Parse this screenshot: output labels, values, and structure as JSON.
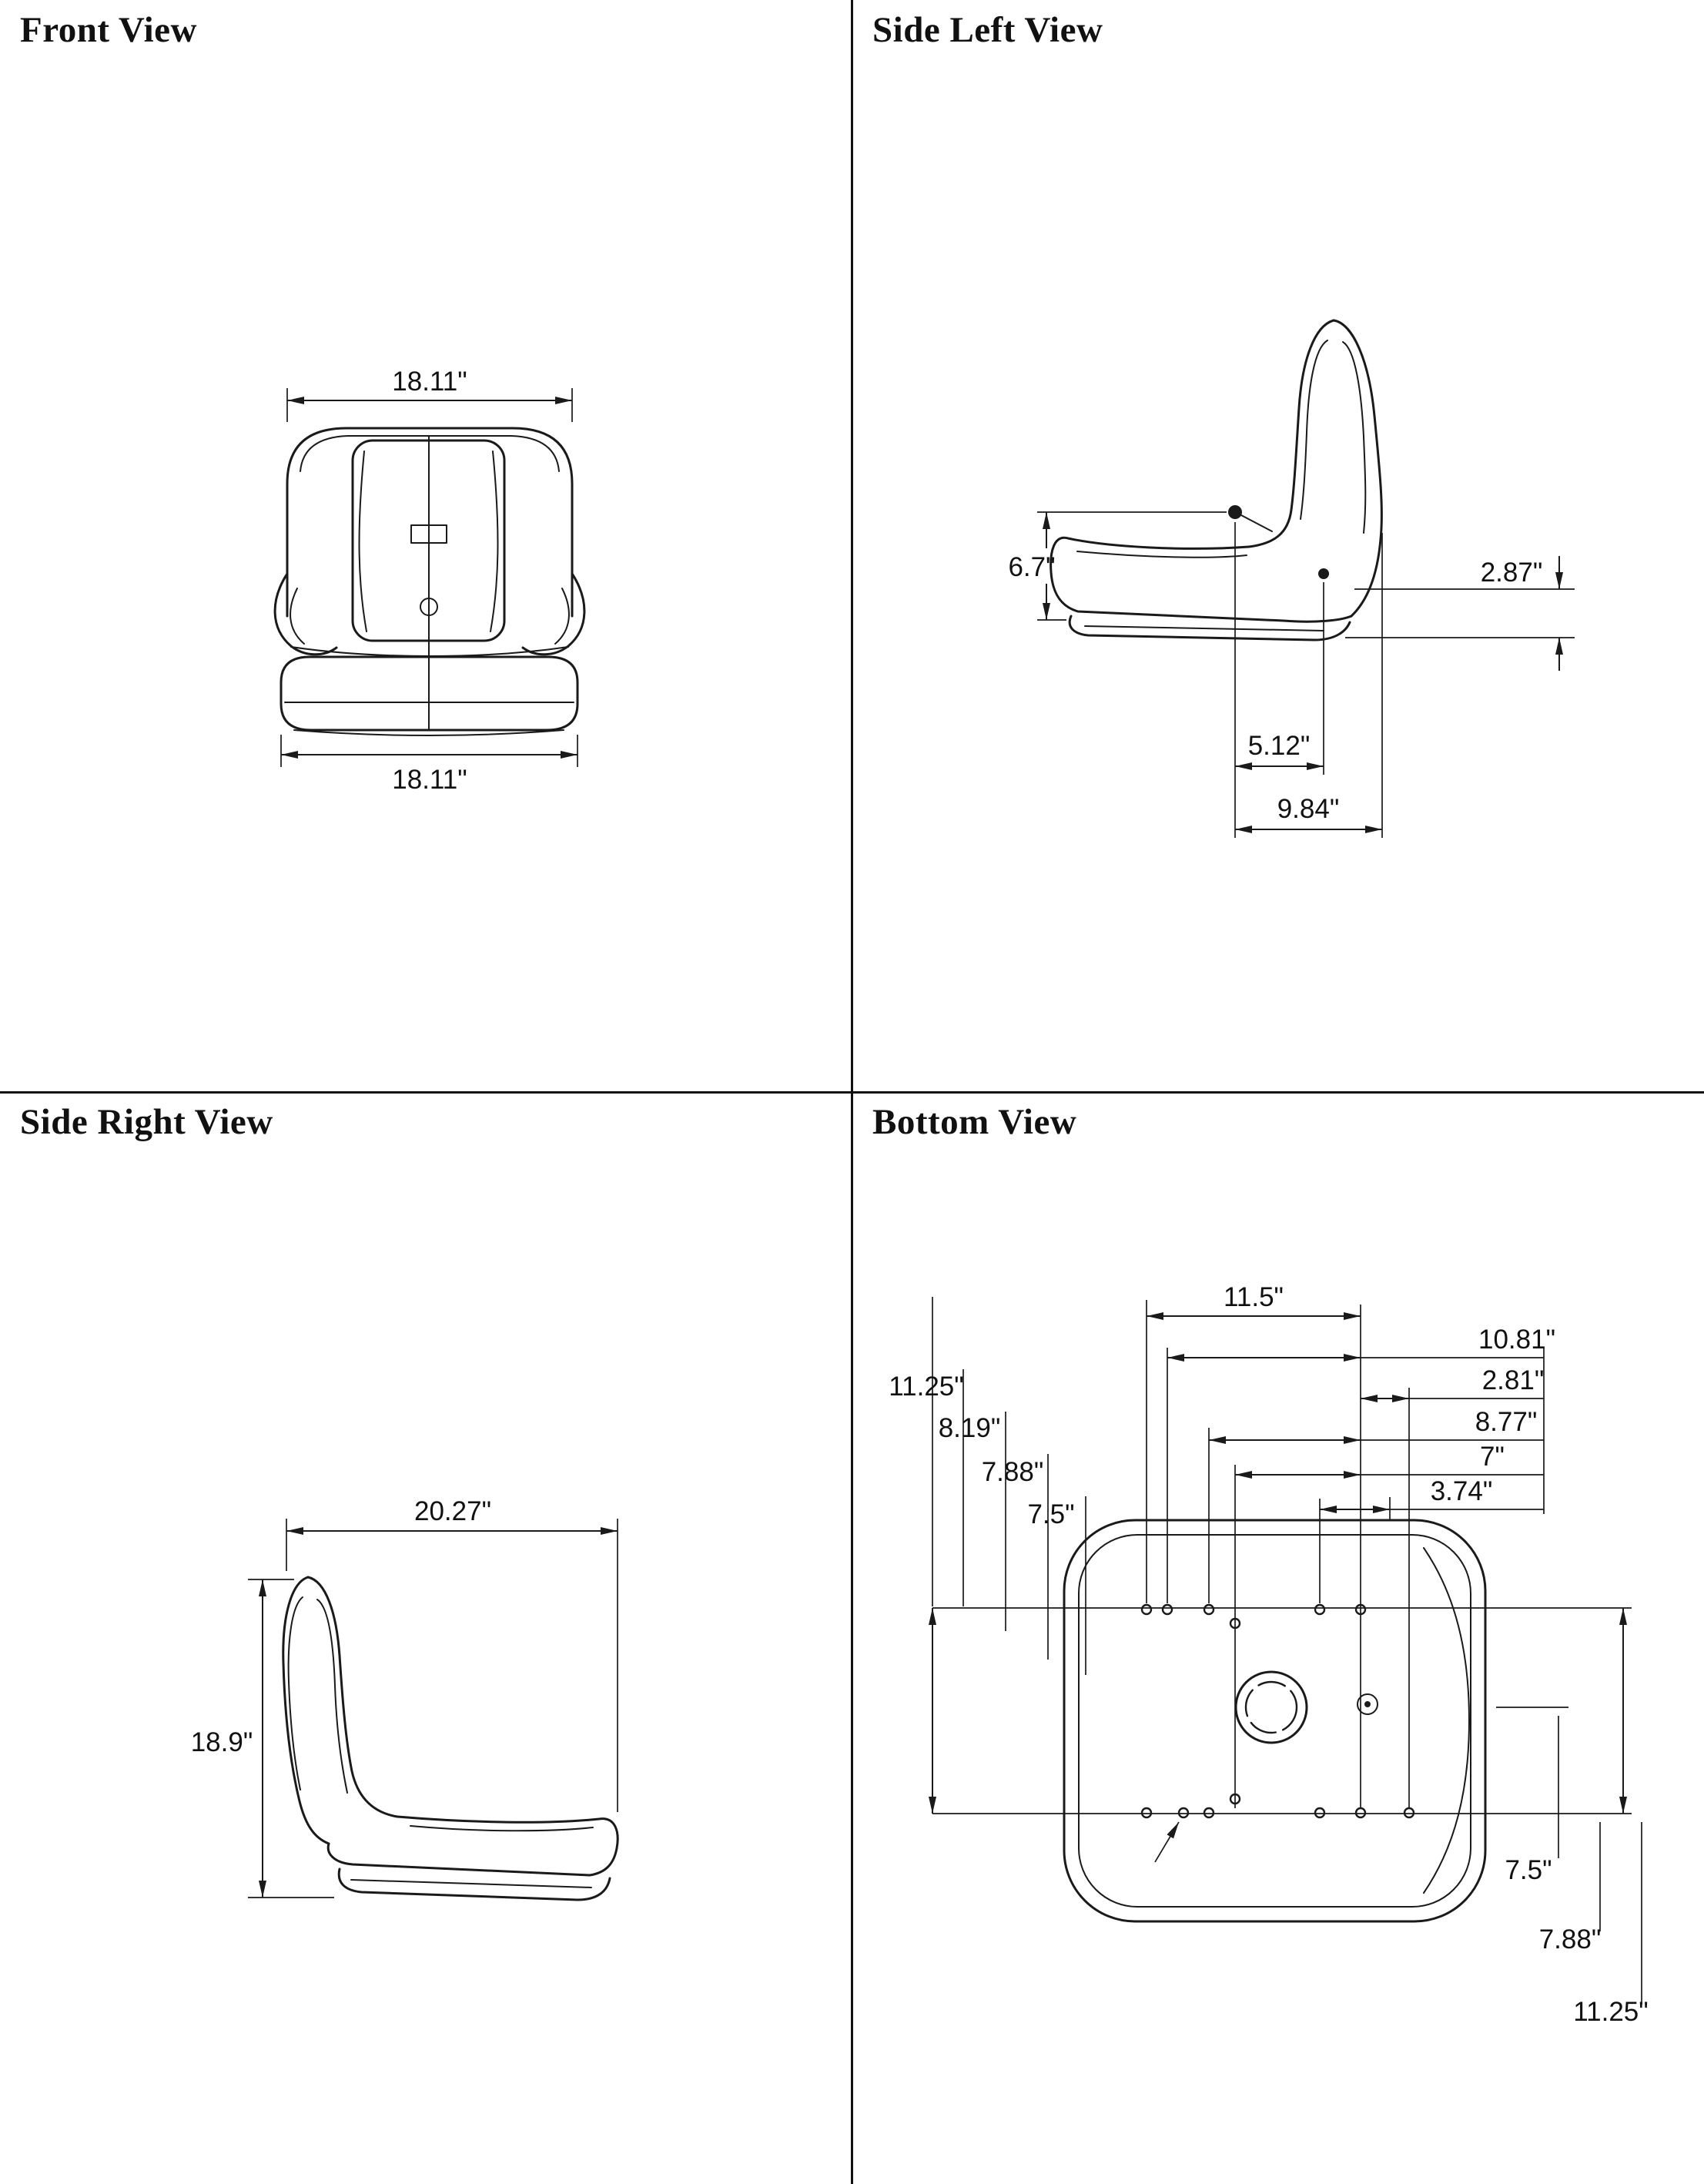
{
  "page": {
    "background": "#ffffff",
    "line_color": "#1a1a1a"
  },
  "views": {
    "front": {
      "title": "Front View",
      "dim_width_top": "18.11\"",
      "dim_width_bottom": "18.11\""
    },
    "side_left": {
      "title": "Side Left View",
      "dim_pivot_height": "6.7\"",
      "dim_rear_height": "2.87\"",
      "dim_pivot_spacing": "5.12\"",
      "dim_base_depth": "9.84\""
    },
    "side_right": {
      "title": "Side Right View",
      "dim_depth": "20.27\"",
      "dim_height": "18.9\""
    },
    "bottom": {
      "title": "Bottom View",
      "dim_top_1": "11.5\"",
      "dim_top_2": "10.81\"",
      "dim_top_3": "2.81\"",
      "dim_top_4": "8.77\"",
      "dim_top_5": "7\"",
      "dim_top_6": "3.74\"",
      "dim_left_1": "11.25\"",
      "dim_left_2": "8.19\"",
      "dim_left_3": "7.88\"",
      "dim_left_4": "7.5\"",
      "dim_bottom_1": "7.5\"",
      "dim_bottom_2": "7.88\"",
      "dim_bottom_3": "11.25\""
    }
  }
}
